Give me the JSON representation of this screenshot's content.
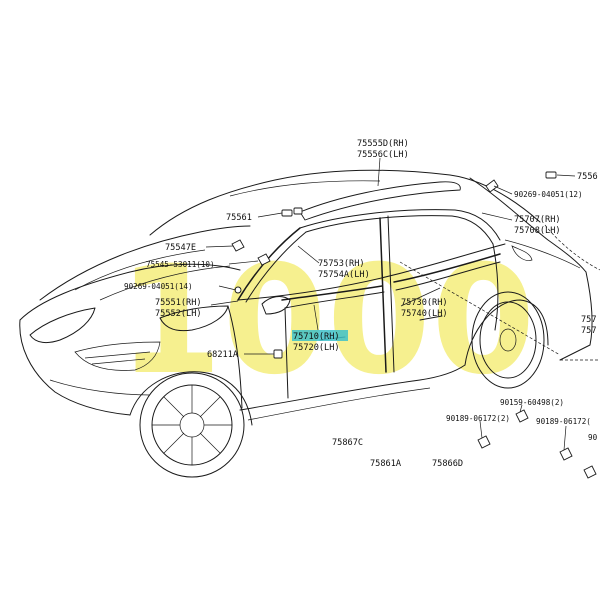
{
  "watermark": "1000",
  "highlight_color": "#3ec1c9",
  "labels": {
    "l75555": "75555D(RH)",
    "l75556": "75556C(LH)",
    "l75561_right": "7556",
    "l90269_right": "90269-04051(12)",
    "l75561": "75561",
    "l75707": "75707(RH)",
    "l75708": "75708(LH)",
    "l75547": "75547E",
    "l75545": "75545-53011(10)",
    "l90269_left": "90269-04051(14)",
    "l75551": "75551(RH)",
    "l75552": "75552(LH)",
    "l75753": "75753(RH)",
    "l75754": "75754A(LH)",
    "l75730": "75730(RH)",
    "l75740": "75740(LH)",
    "l75710": "75710(RH)",
    "l75720": "75720(LH)",
    "l68211": "68211A",
    "l757_right1": "757",
    "l757_right2": "757",
    "l90159": "90159-60498(2)",
    "l90189_a": "90189-06172(2)",
    "l90189_b": "90189-06172(",
    "l90_right": "90",
    "l75867": "75867C",
    "l75861": "75861A",
    "l75866": "75866D"
  }
}
